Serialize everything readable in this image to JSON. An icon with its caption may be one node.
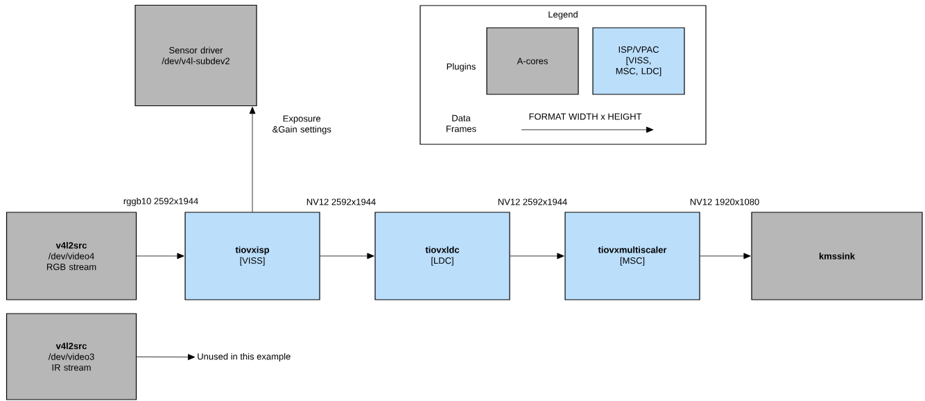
{
  "diagram": {
    "nodes": [
      {
        "text": [
          "Sensor driver /dev/v4l-subdev2"
        ]
      },
      {
        "text": [
          "v4l2src",
          "/dev/video4 RGB stream"
        ]
      },
      {
        "text": [
          "tiovxisp",
          "[VISS]"
        ]
      },
      {
        "text": [
          "tiovxldc",
          "[LDC]"
        ]
      },
      {
        "text": [
          "tiovxmultiscaler",
          "[MSC]"
        ]
      },
      {
        "text": [
          "kmssink"
        ]
      },
      {
        "text": [
          "v4l2src",
          "/dev/video3 IR stream"
        ]
      },
      {
        "text": [
          "Unused in this example"
        ]
      }
    ],
    "edges": [
      {
        "from": 2,
        "to": 0,
        "arrow": "to",
        "label": "Exposure &Gain settings"
      },
      {
        "from": 1,
        "to": 2,
        "arrow": "to"
      },
      {
        "from": 2,
        "to": 3,
        "arrow": "to"
      },
      {
        "from": 3,
        "to": 4,
        "arrow": "to"
      },
      {
        "from": 4,
        "to": 5,
        "arrow": "to"
      },
      {
        "from": 6,
        "to": 7,
        "arrow": "to"
      }
    ],
    "labels": [
      "Legend",
      "Plugins",
      "Data Frames",
      "rggb10 2592x1944",
      "NV12 2592x1944",
      "NV12 2592x1944",
      "NV12 1920x1080"
    ],
    "legend": [
      {
        "text": "A-cores",
        "color": "#b7b7b7"
      },
      {
        "text": "ISP/VPAC [VISS, MSC, LDC]",
        "color": "#bbdefb"
      },
      {
        "text": "FORMAT WIDTH x HEIGHT"
      }
    ]
  }
}
